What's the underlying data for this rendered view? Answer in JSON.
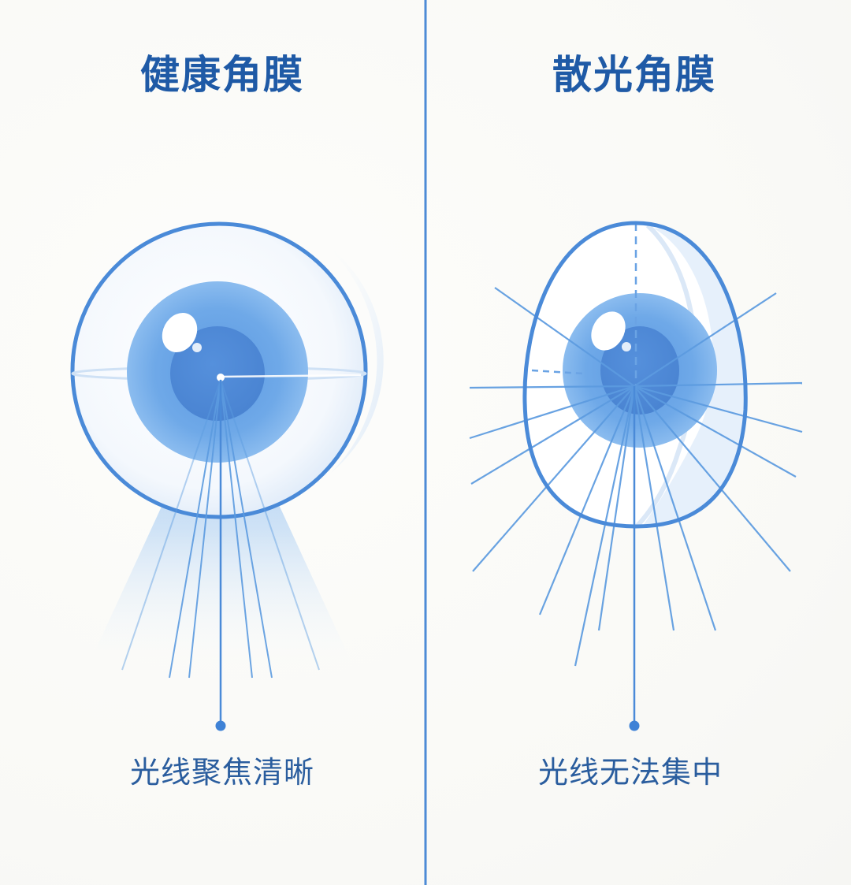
{
  "left_panel": {
    "title": "健康角膜",
    "caption": "光线聚焦清晰"
  },
  "right_panel": {
    "title": "散光角膜",
    "caption": "光线无法集中"
  },
  "colors": {
    "title": "#1f5aa6",
    "caption": "#2a5d9e",
    "outline": "#4a8ad8",
    "iris": "#6aa6e6",
    "pupil": "#4a88d6",
    "ray": "#5c9be0",
    "divider": "#4d8bd6",
    "background": "#fbfbf9"
  }
}
